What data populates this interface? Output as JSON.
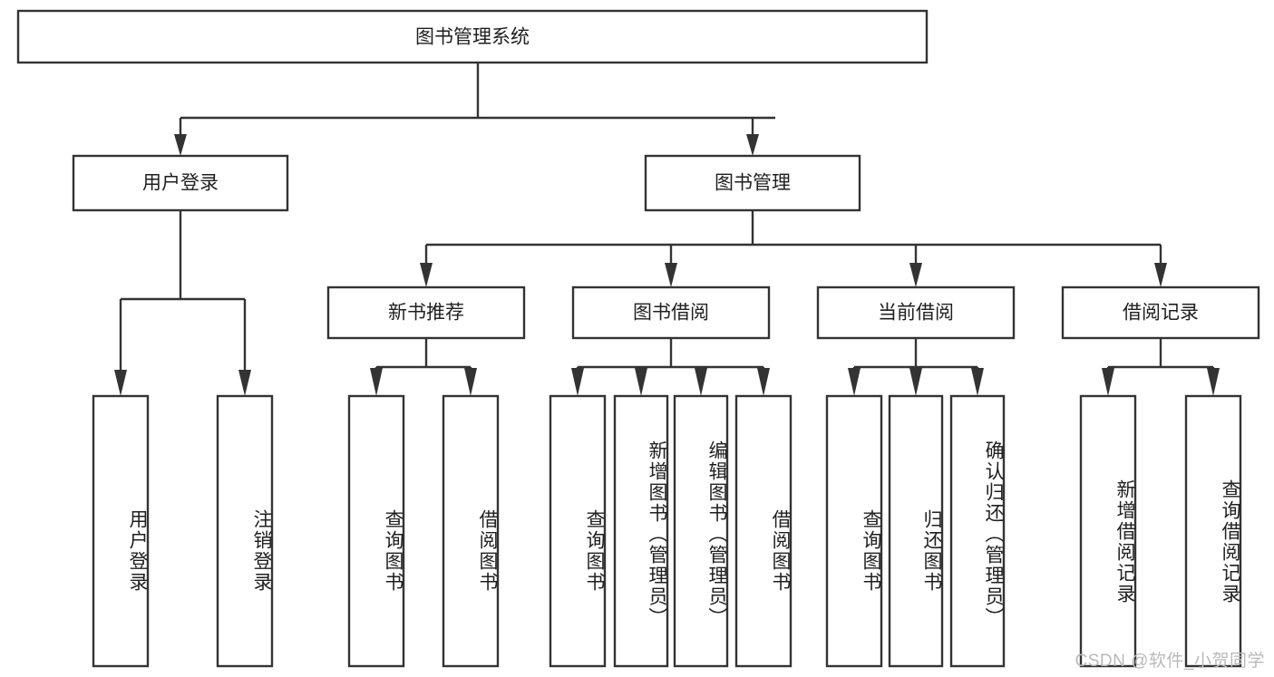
{
  "diagram": {
    "type": "tree-hierarchy-chart",
    "title": "图书管理系统",
    "orientation": "top-down",
    "colors": {
      "background": "#ffffff",
      "box_fill": "#ffffff",
      "box_stroke": "#333333",
      "text": "#1f1f1f",
      "watermark": "#b9b9b9"
    },
    "root": {
      "label": "图书管理系统",
      "text_direction": "horizontal"
    },
    "level2": [
      {
        "label": "用户登录",
        "text_direction": "horizontal"
      },
      {
        "label": "图书管理",
        "text_direction": "horizontal"
      }
    ],
    "level3": [
      {
        "label": "新书推荐",
        "text_direction": "horizontal",
        "parent": "图书管理"
      },
      {
        "label": "图书借阅",
        "text_direction": "horizontal",
        "parent": "图书管理"
      },
      {
        "label": "当前借阅",
        "text_direction": "horizontal",
        "parent": "图书管理"
      },
      {
        "label": "借阅记录",
        "text_direction": "horizontal",
        "parent": "图书管理"
      }
    ],
    "leaves": {
      "user_login": [
        {
          "label": "用户登录",
          "text_direction": "vertical"
        },
        {
          "label": "注销登录",
          "text_direction": "vertical"
        }
      ],
      "new_book_recommend": [
        {
          "label": "查询图书",
          "text_direction": "vertical"
        },
        {
          "label": "借阅图书",
          "text_direction": "vertical"
        }
      ],
      "book_borrow": [
        {
          "label": "查询图书",
          "text_direction": "vertical"
        },
        {
          "label": "新增图书（管理员）",
          "text_direction": "vertical"
        },
        {
          "label": "编辑图书（管理员）",
          "text_direction": "vertical"
        },
        {
          "label": "借阅图书",
          "text_direction": "vertical"
        }
      ],
      "current_borrow": [
        {
          "label": "查询图书",
          "text_direction": "vertical"
        },
        {
          "label": "归还图书",
          "text_direction": "vertical"
        },
        {
          "label": "确认归还（管理员）",
          "text_direction": "vertical"
        }
      ],
      "borrow_record": [
        {
          "label": "新增借阅记录",
          "text_direction": "vertical"
        },
        {
          "label": "查询借阅记录",
          "text_direction": "vertical"
        }
      ]
    },
    "watermark": "CSDN @软件_小贺同学"
  }
}
